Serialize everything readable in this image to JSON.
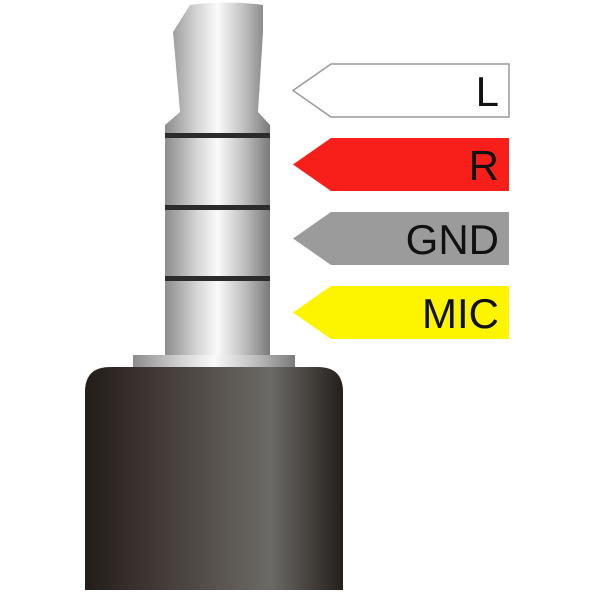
{
  "diagram": {
    "labels": [
      {
        "text": "L",
        "fill": "#ffffff",
        "stroke": "#9a9a9a"
      },
      {
        "text": "R",
        "fill": "#f81e1a",
        "stroke": "none"
      },
      {
        "text": "GND",
        "fill": "#9b9b9b",
        "stroke": "none"
      },
      {
        "text": "MIC",
        "fill": "#fdf400",
        "stroke": "none"
      }
    ],
    "colors": {
      "metal": "#c8c8c8",
      "ring": "#2b2b2b",
      "body": "#3e3935"
    }
  }
}
